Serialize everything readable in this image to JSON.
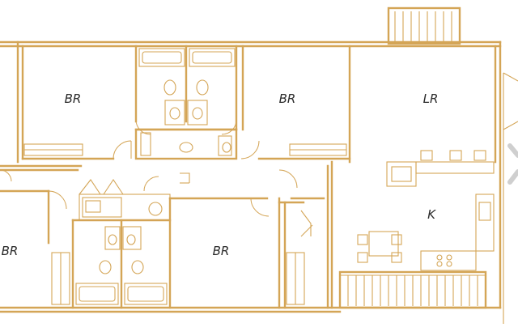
{
  "plan": {
    "line_color": "#d4a556",
    "rooms": {
      "br_top_left": "BR",
      "br_top_mid": "BR",
      "lr": "LR",
      "k": "K",
      "br_bottom_left": "BR",
      "br_bottom_mid": "BR"
    }
  }
}
